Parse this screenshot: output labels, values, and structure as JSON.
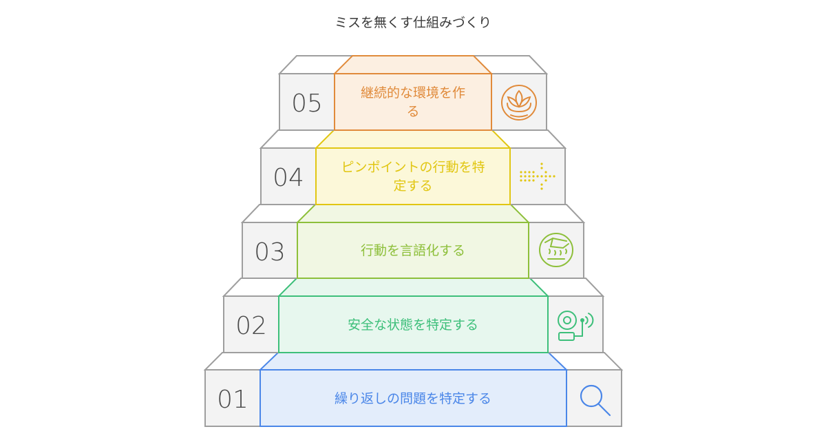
{
  "title": "ミスを無くす仕組みづくり",
  "steps": [
    {
      "number": "01",
      "lines": [
        "繰り返しの問題を特定する"
      ],
      "color": "#4a86e8",
      "fill": "#e3edfb",
      "icon": "magnifier-icon"
    },
    {
      "number": "02",
      "lines": [
        "安全な状態を特定する"
      ],
      "color": "#3dbf7a",
      "fill": "#e7f7ee",
      "icon": "alarm-device-icon"
    },
    {
      "number": "03",
      "lines": [
        "行動を言語化する"
      ],
      "color": "#8dbf3a",
      "fill": "#f1f7e3",
      "icon": "hand-gesture-icon"
    },
    {
      "number": "04",
      "lines": [
        "ピンポイントの行動を特",
        "定する"
      ],
      "color": "#e1c612",
      "fill": "#fcf8d9",
      "icon": "dotted-arrow-icon"
    },
    {
      "number": "05",
      "lines": [
        "継続的な環境を作",
        "る"
      ],
      "color": "#e08a3a",
      "fill": "#fcefe1",
      "icon": "lotus-icon"
    }
  ]
}
